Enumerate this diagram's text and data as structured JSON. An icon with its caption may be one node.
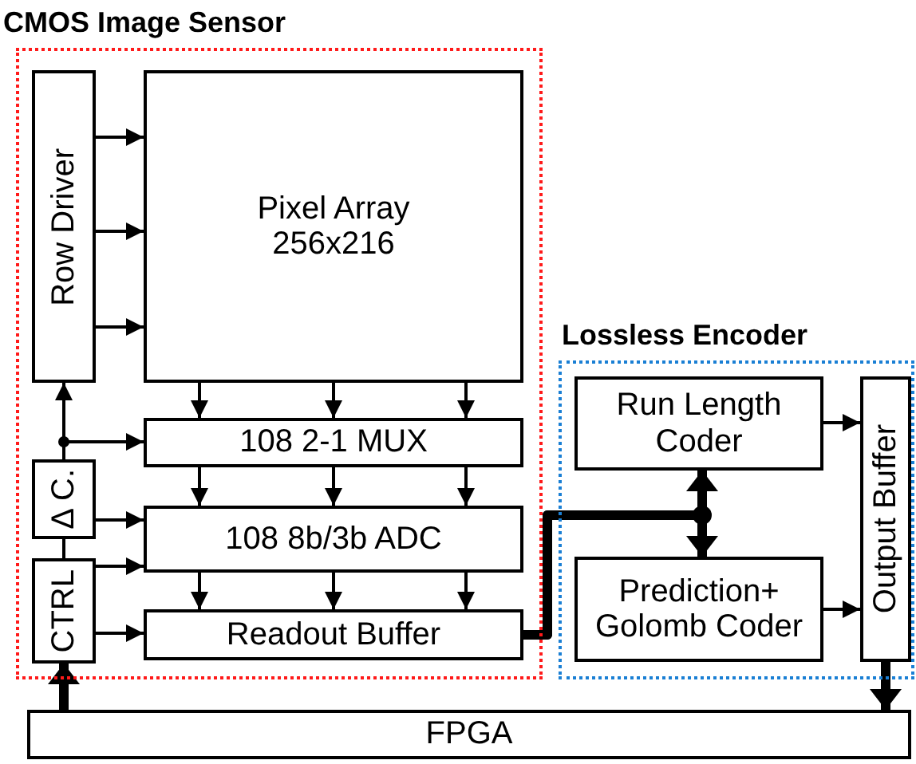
{
  "diagram": {
    "nodes": [
      {
        "text": [
          "CMOS Image Sensor"
        ]
      },
      {
        "text": [
          "Row Driver"
        ],
        "in": 0
      },
      {
        "text": [
          "Pixel Array 256x216"
        ],
        "in": 0
      },
      {
        "text": [
          "108 2-1 MUX"
        ],
        "in": 0
      },
      {
        "text": [
          "Δ C."
        ],
        "in": 0
      },
      {
        "text": [
          "108 8b/3b ADC"
        ],
        "in": 0
      },
      {
        "text": [
          "CTRL"
        ],
        "in": 0
      },
      {
        "text": [
          "Readout Buffer"
        ],
        "in": 0
      },
      {
        "text": [
          "Lossless Encoder"
        ]
      },
      {
        "text": [
          "Run Length Coder"
        ],
        "in": 8
      },
      {
        "text": [
          "Prediction+ Golomb Coder"
        ],
        "in": 8
      },
      {
        "text": [
          "Output Buffer"
        ],
        "in": 8
      },
      {
        "text": [
          "FPGA"
        ]
      }
    ],
    "edges": [
      {
        "from": 1,
        "to": 2,
        "arrow": "to"
      },
      {
        "from": 1,
        "to": 2,
        "arrow": "to"
      },
      {
        "from": 1,
        "to": 2,
        "arrow": "to"
      },
      {
        "from": 2,
        "to": 3,
        "arrow": "to"
      },
      {
        "from": 2,
        "to": 3,
        "arrow": "to"
      },
      {
        "from": 2,
        "to": 3,
        "arrow": "to"
      },
      {
        "from": 3,
        "to": 5,
        "arrow": "to"
      },
      {
        "from": 3,
        "to": 5,
        "arrow": "to"
      },
      {
        "from": 3,
        "to": 5,
        "arrow": "to"
      },
      {
        "from": 5,
        "to": 7,
        "arrow": "to"
      },
      {
        "from": 5,
        "to": 7,
        "arrow": "to"
      },
      {
        "from": 5,
        "to": 7,
        "arrow": "to"
      },
      {
        "from": 4,
        "to": 1,
        "arrow": "to"
      },
      {
        "from": 4,
        "to": 3,
        "arrow": "to"
      },
      {
        "from": 4,
        "to": 5,
        "arrow": "to"
      },
      {
        "from": 6,
        "to": 5,
        "arrow": "to"
      },
      {
        "from": 6,
        "to": 7,
        "arrow": "to"
      },
      {
        "from": 6,
        "to": 4,
        "arrow": "none"
      },
      {
        "from": 12,
        "to": 6,
        "arrow": "to",
        "style": "thick"
      },
      {
        "from": 7,
        "to": 9,
        "arrow": "to",
        "style": "thick"
      },
      {
        "from": 7,
        "to": 10,
        "arrow": "to",
        "style": "thick"
      },
      {
        "from": 9,
        "to": 11,
        "arrow": "to"
      },
      {
        "from": 10,
        "to": 11,
        "arrow": "to"
      },
      {
        "from": 11,
        "to": 12,
        "arrow": "to",
        "style": "thick"
      }
    ]
  }
}
